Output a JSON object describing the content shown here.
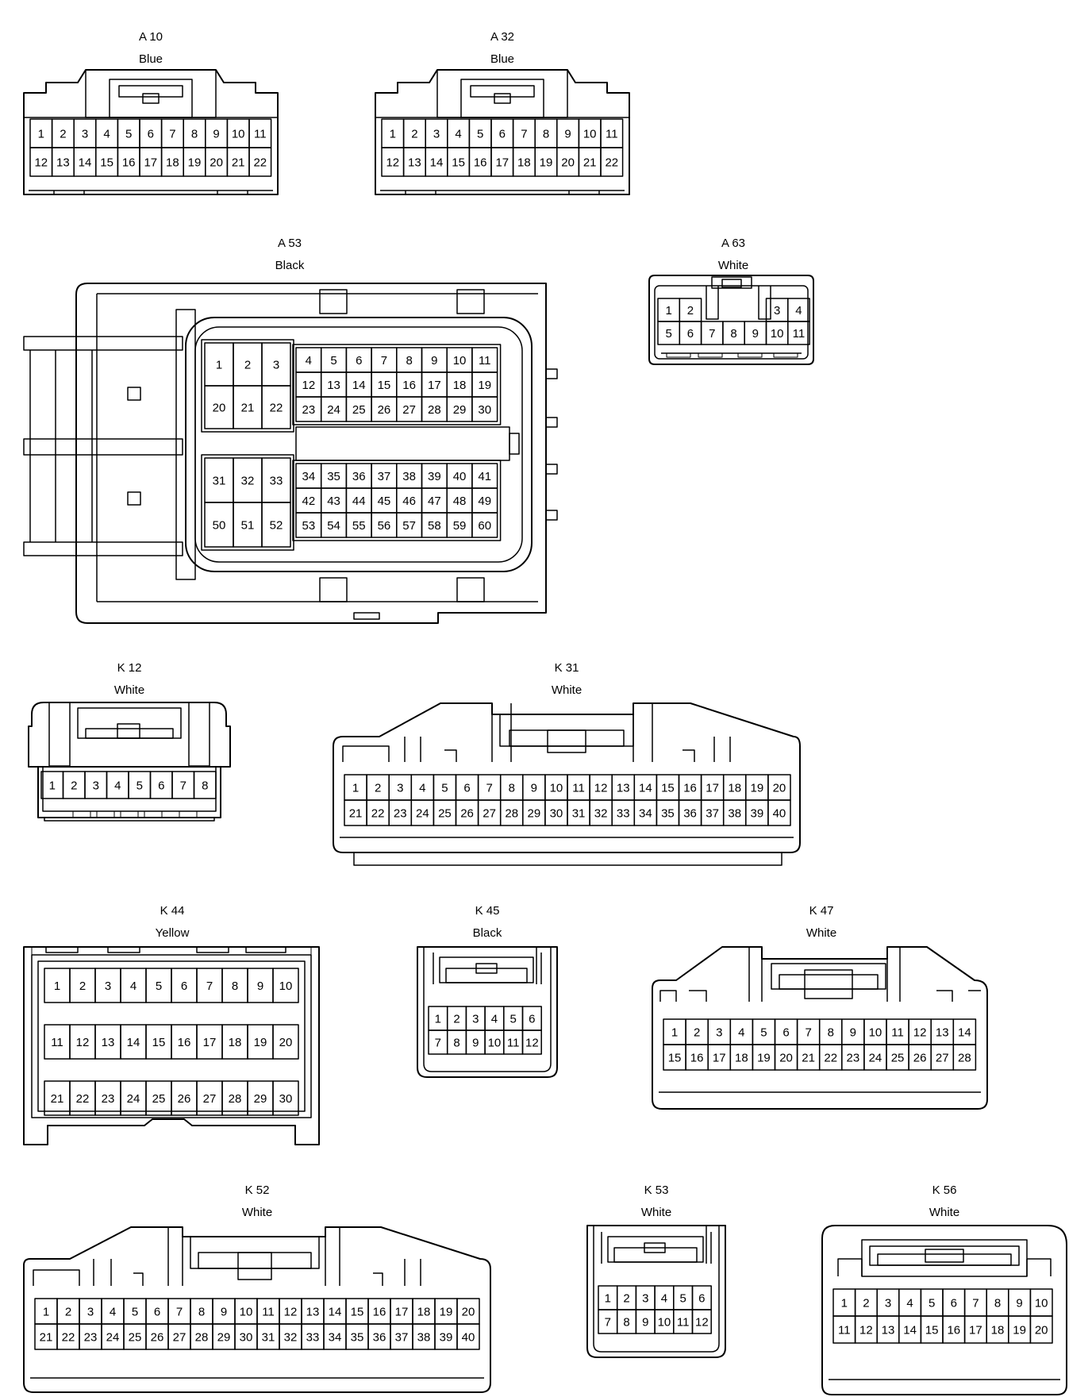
{
  "connectors": {
    "A10": {
      "code": "A 10",
      "color": "Blue",
      "rows": [
        [
          1,
          2,
          3,
          4,
          5,
          6,
          7,
          8,
          9,
          10,
          11
        ],
        [
          12,
          13,
          14,
          15,
          16,
          17,
          18,
          19,
          20,
          21,
          22
        ]
      ]
    },
    "A32": {
      "code": "A 32",
      "color": "Blue",
      "rows": [
        [
          1,
          2,
          3,
          4,
          5,
          6,
          7,
          8,
          9,
          10,
          11
        ],
        [
          12,
          13,
          14,
          15,
          16,
          17,
          18,
          19,
          20,
          21,
          22
        ]
      ]
    },
    "A53": {
      "code": "A 53",
      "color": "Black",
      "blocks": [
        [
          [
            1,
            2,
            3
          ],
          [
            20,
            21,
            22
          ]
        ],
        [
          [
            4,
            5,
            6,
            7,
            8,
            9,
            10,
            11
          ],
          [
            12,
            13,
            14,
            15,
            16,
            17,
            18,
            19
          ],
          [
            23,
            24,
            25,
            26,
            27,
            28,
            29,
            30
          ]
        ],
        [
          [
            31,
            32,
            33
          ],
          [
            50,
            51,
            52
          ]
        ],
        [
          [
            34,
            35,
            36,
            37,
            38,
            39,
            40,
            41
          ],
          [
            42,
            43,
            44,
            45,
            46,
            47,
            48,
            49
          ],
          [
            53,
            54,
            55,
            56,
            57,
            58,
            59,
            60
          ]
        ]
      ]
    },
    "A63": {
      "code": "A 63",
      "color": "White",
      "rows": [
        [
          1,
          2,
          3,
          4
        ],
        [
          5,
          6,
          7,
          8,
          9,
          10,
          11
        ]
      ]
    },
    "K12": {
      "code": "K 12",
      "color": "White",
      "rows": [
        [
          1,
          2,
          3,
          4,
          5,
          6,
          7,
          8
        ]
      ]
    },
    "K31": {
      "code": "K 31",
      "color": "White",
      "rows": [
        [
          1,
          2,
          3,
          4,
          5,
          6,
          7,
          8,
          9,
          10,
          11,
          12,
          13,
          14,
          15,
          16,
          17,
          18,
          19,
          20
        ],
        [
          21,
          22,
          23,
          24,
          25,
          26,
          27,
          28,
          29,
          30,
          31,
          32,
          33,
          34,
          35,
          36,
          37,
          38,
          39,
          40
        ]
      ]
    },
    "K44": {
      "code": "K 44",
      "color": "Yellow",
      "rows": [
        [
          1,
          2,
          3,
          4,
          5,
          6,
          7,
          8,
          9,
          10
        ],
        [
          11,
          12,
          13,
          14,
          15,
          16,
          17,
          18,
          19,
          20
        ],
        [
          21,
          22,
          23,
          24,
          25,
          26,
          27,
          28,
          29,
          30
        ]
      ]
    },
    "K45": {
      "code": "K 45",
      "color": "Black",
      "rows": [
        [
          1,
          2,
          3,
          4,
          5,
          6
        ],
        [
          7,
          8,
          9,
          10,
          11,
          12
        ]
      ]
    },
    "K47": {
      "code": "K 47",
      "color": "White",
      "rows": [
        [
          1,
          2,
          3,
          4,
          5,
          6,
          7,
          8,
          9,
          10,
          11,
          12,
          13,
          14
        ],
        [
          15,
          16,
          17,
          18,
          19,
          20,
          21,
          22,
          23,
          24,
          25,
          26,
          27,
          28
        ]
      ]
    },
    "K52": {
      "code": "K 52",
      "color": "White",
      "rows": [
        [
          1,
          2,
          3,
          4,
          5,
          6,
          7,
          8,
          9,
          10,
          11,
          12,
          13,
          14,
          15,
          16,
          17,
          18,
          19,
          20
        ],
        [
          21,
          22,
          23,
          24,
          25,
          26,
          27,
          28,
          29,
          30,
          31,
          32,
          33,
          34,
          35,
          36,
          37,
          38,
          39,
          40
        ]
      ]
    },
    "K53": {
      "code": "K 53",
      "color": "White",
      "rows": [
        [
          1,
          2,
          3,
          4,
          5,
          6
        ],
        [
          7,
          8,
          9,
          10,
          11,
          12
        ]
      ]
    },
    "K56": {
      "code": "K 56",
      "color": "White",
      "rows": [
        [
          1,
          2,
          3,
          4,
          5,
          6,
          7,
          8,
          9,
          10
        ],
        [
          11,
          12,
          13,
          14,
          15,
          16,
          17,
          18,
          19,
          20
        ]
      ]
    }
  }
}
